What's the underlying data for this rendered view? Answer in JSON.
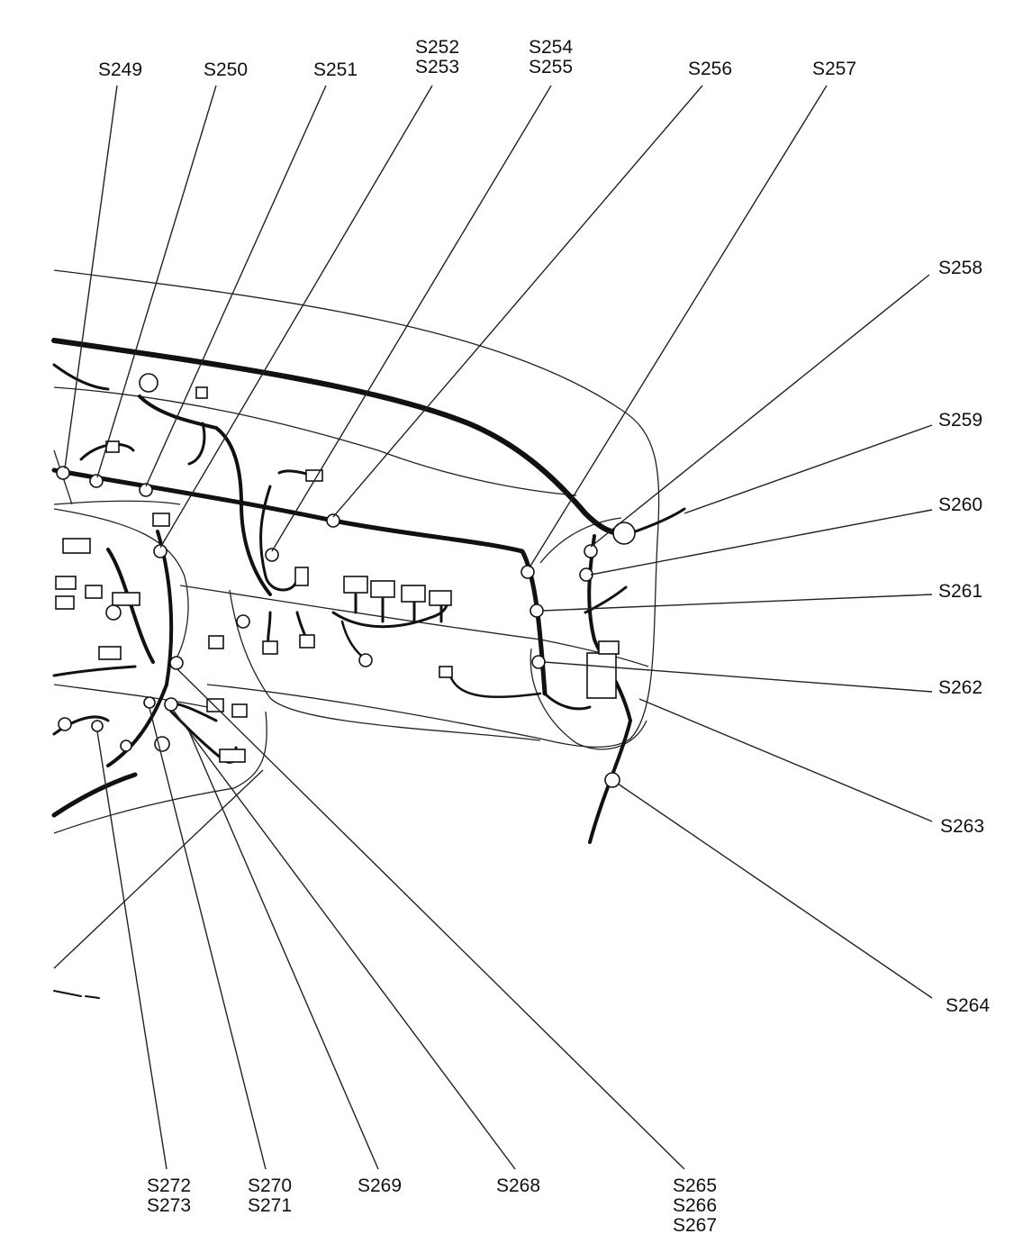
{
  "diagram": {
    "callouts": [
      {
        "id": "s249",
        "lines": [
          "S249"
        ]
      },
      {
        "id": "s250",
        "lines": [
          "S250"
        ]
      },
      {
        "id": "s251",
        "lines": [
          "S251"
        ]
      },
      {
        "id": "s252",
        "lines": [
          "S252",
          "S253"
        ]
      },
      {
        "id": "s254",
        "lines": [
          "S254",
          "S255"
        ]
      },
      {
        "id": "s256",
        "lines": [
          "S256"
        ]
      },
      {
        "id": "s257",
        "lines": [
          "S257"
        ]
      },
      {
        "id": "s258",
        "lines": [
          "S258"
        ]
      },
      {
        "id": "s259",
        "lines": [
          "S259"
        ]
      },
      {
        "id": "s260",
        "lines": [
          "S260"
        ]
      },
      {
        "id": "s261",
        "lines": [
          "S261"
        ]
      },
      {
        "id": "s262",
        "lines": [
          "S262"
        ]
      },
      {
        "id": "s263",
        "lines": [
          "S263"
        ]
      },
      {
        "id": "s264",
        "lines": [
          "S264"
        ]
      },
      {
        "id": "s265",
        "lines": [
          "S265",
          "S266",
          "S267"
        ]
      },
      {
        "id": "s268",
        "lines": [
          "S268"
        ]
      },
      {
        "id": "s269",
        "lines": [
          "S269"
        ]
      },
      {
        "id": "s270",
        "lines": [
          "S270",
          "S271"
        ]
      },
      {
        "id": "s272",
        "lines": [
          "S272",
          "S273"
        ]
      }
    ]
  }
}
